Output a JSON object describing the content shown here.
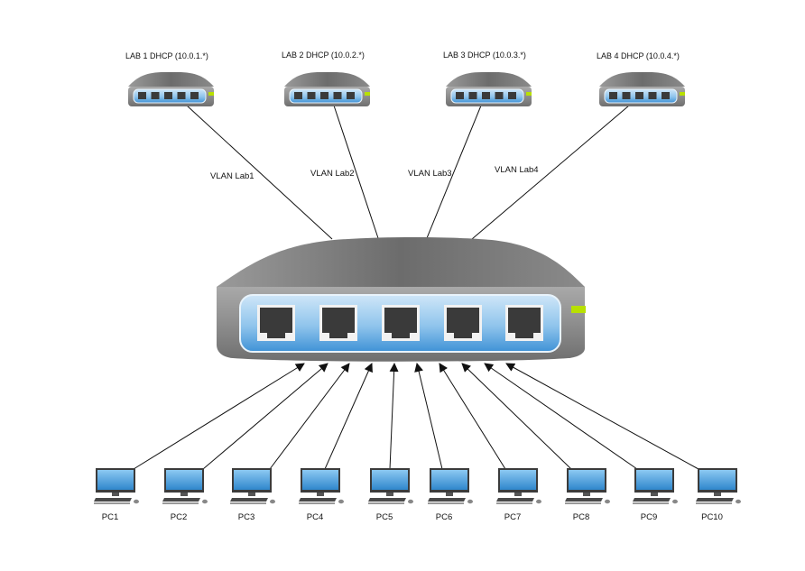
{
  "switches": [
    {
      "id": "sw1",
      "label": "LAB 1 DHCP (10.0.1.*)"
    },
    {
      "id": "sw2",
      "label": "LAB 2 DHCP (10.0.2.*)"
    },
    {
      "id": "sw3",
      "label": "LAB 3 DHCP (10.0.3.*)"
    },
    {
      "id": "sw4",
      "label": "LAB 4 DHCP (10.0.4.*)"
    }
  ],
  "vlan_links": [
    {
      "label": "VLAN Lab1"
    },
    {
      "label": "VLAN Lab2"
    },
    {
      "label": "VLAN Lab3"
    },
    {
      "label": "VLAN Lab4"
    }
  ],
  "pcs": [
    {
      "label": "PC1"
    },
    {
      "label": "PC2"
    },
    {
      "label": "PC3"
    },
    {
      "label": "PC4"
    },
    {
      "label": "PC5"
    },
    {
      "label": "PC6"
    },
    {
      "label": "PC7"
    },
    {
      "label": "PC8"
    },
    {
      "label": "PC9"
    },
    {
      "label": "PC10"
    }
  ],
  "colors": {
    "device_body": "#8a8a8a",
    "port_panel": "#8fc4ec",
    "port": "#3a3a3a",
    "led": "#b8e000",
    "screen": "#3f9ede",
    "line": "#111111"
  }
}
